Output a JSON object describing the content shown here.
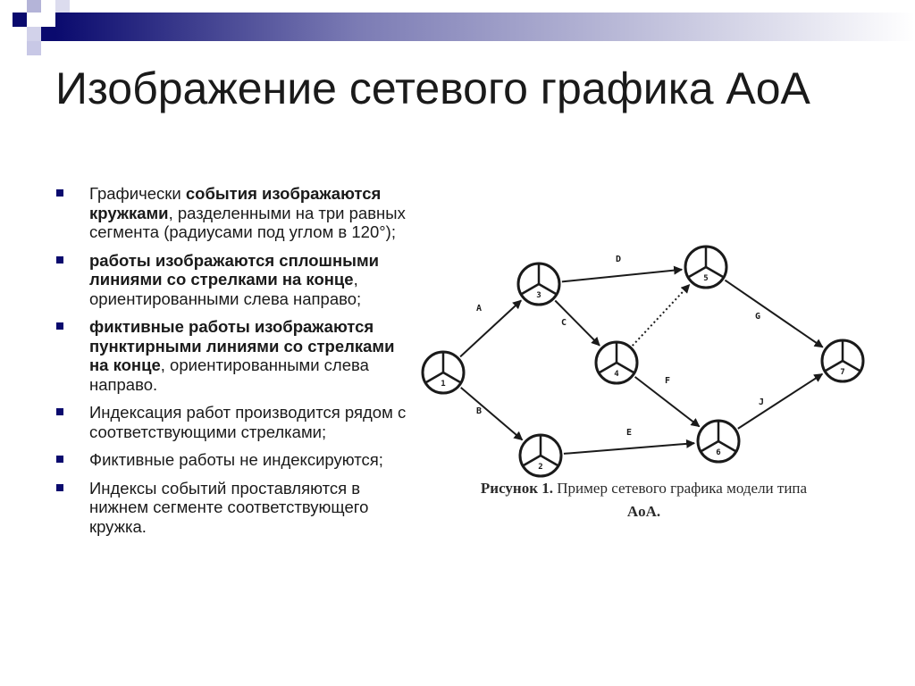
{
  "title": "Изображение сетевого графика AoA",
  "bullets": [
    {
      "parts": [
        {
          "text": "Графически ",
          "bold": false
        },
        {
          "text": "события изображаются кружками",
          "bold": true
        },
        {
          "text": ", разделенными на три равных сегмента (радиусами под углом в 120°);",
          "bold": false
        }
      ]
    },
    {
      "parts": [
        {
          "text": "работы изображаются сплошными линиями со стрелками на конце",
          "bold": true
        },
        {
          "text": ", ориентированными слева направо;",
          "bold": false
        }
      ]
    },
    {
      "parts": [
        {
          "text": "фиктивные работы изображаются пунктирными линиями со стрелками на конце",
          "bold": true
        },
        {
          "text": ", ориентированными слева направо.",
          "bold": false
        }
      ]
    },
    {
      "parts": [
        {
          "text": "Индексация работ производится рядом с соответствующими стрелками;",
          "bold": false
        }
      ]
    },
    {
      "parts": [
        {
          "text": "Фиктивные работы не индексируются;",
          "bold": false
        }
      ]
    },
    {
      "parts": [
        {
          "text": "Индексы событий проставляются в нижнем сегменте соответствующего кружка.",
          "bold": false
        }
      ]
    }
  ],
  "diagram": {
    "events": [
      {
        "id": "1",
        "label": "1"
      },
      {
        "id": "2",
        "label": "2"
      },
      {
        "id": "3",
        "label": "3"
      },
      {
        "id": "4",
        "label": "4"
      },
      {
        "id": "5",
        "label": "5"
      },
      {
        "id": "6",
        "label": "6"
      },
      {
        "id": "7",
        "label": "7"
      }
    ],
    "activities": [
      {
        "from": "1",
        "to": "3",
        "label": "A",
        "dummy": false
      },
      {
        "from": "1",
        "to": "2",
        "label": "B",
        "dummy": false
      },
      {
        "from": "3",
        "to": "4",
        "label": "C",
        "dummy": false
      },
      {
        "from": "3",
        "to": "5",
        "label": "D",
        "dummy": false
      },
      {
        "from": "2",
        "to": "6",
        "label": "E",
        "dummy": false
      },
      {
        "from": "4",
        "to": "6",
        "label": "F",
        "dummy": false
      },
      {
        "from": "5",
        "to": "7",
        "label": "G",
        "dummy": false
      },
      {
        "from": "6",
        "to": "7",
        "label": "J",
        "dummy": false
      },
      {
        "from": "4",
        "to": "5",
        "label": "",
        "dummy": true
      }
    ]
  },
  "caption": {
    "bold": "Рисунок 1.",
    "text": " Пример сетевого графика модели  типа",
    "line2": "AoA."
  },
  "colors": {
    "bullet": "#0a0a6e",
    "deco_dark": "#0a0a6e",
    "deco_light": "#c8c8e6",
    "diagram_ink": "#1a1a1a"
  }
}
